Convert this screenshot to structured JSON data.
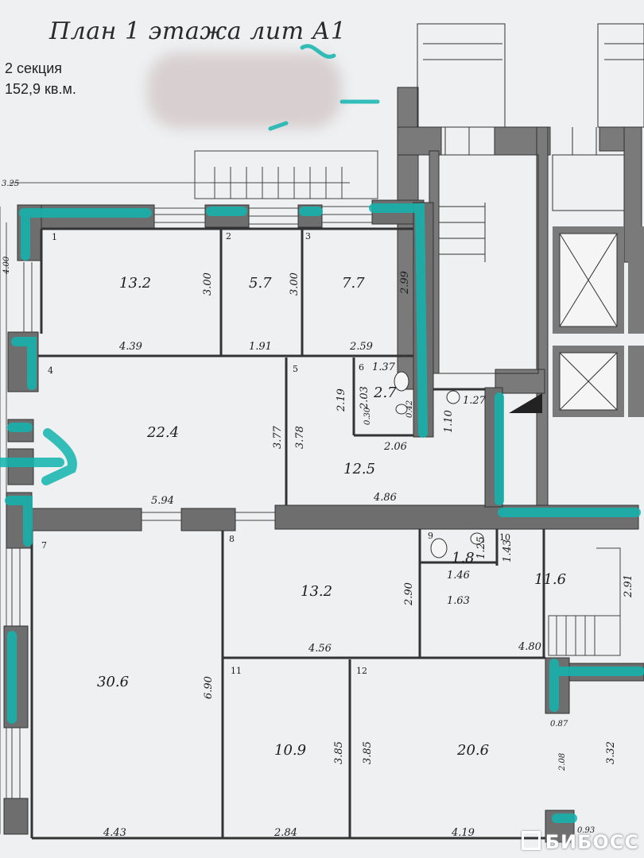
{
  "header": {
    "title": "План 1 этажа лит А1",
    "section": "2 секция",
    "total_area": "152,9 кв.м."
  },
  "watermark": "БИБОСС",
  "colors": {
    "wall": "#6e6e6e",
    "marker": "#12b5b0",
    "paper": "#eef0f2"
  },
  "rooms": [
    {
      "number": "1",
      "area": "13.2"
    },
    {
      "number": "2",
      "area": "5.7"
    },
    {
      "number": "3",
      "area": "7.7"
    },
    {
      "number": "4",
      "area": "22.4"
    },
    {
      "number": "5",
      "area": "12.5"
    },
    {
      "number": "6",
      "area": "2.7"
    },
    {
      "number": "7",
      "area": "30.6"
    },
    {
      "number": "8",
      "area": "13.2"
    },
    {
      "number": "9",
      "area": "1.8"
    },
    {
      "number": "10",
      "area": "11.6"
    },
    {
      "number": "11",
      "area": "10.9"
    },
    {
      "number": "12",
      "area": "20.6"
    }
  ],
  "dimensions": {
    "d_3_25": "3.25",
    "d_4_00": "4.00",
    "d_3_00a": "3.00",
    "d_3_00b": "3.00",
    "d_2_99": "2.99",
    "d_4_39": "4.39",
    "d_1_91": "1.91",
    "d_2_59": "2.59",
    "d_1_37": "1.37",
    "d_2_19": "2.19",
    "d_2_03": "2.03",
    "d_0_30": "0.30",
    "d_0_42": "0.42",
    "d_2_06": "2.06",
    "d_1_10": "1.10",
    "d_1_27": "1.27",
    "d_3_77": "3.77",
    "d_3_78": "3.78",
    "d_5_94": "5.94",
    "d_4_86": "4.86",
    "d_2_90": "2.90",
    "d_1_25": "1.25",
    "d_1_43": "1.43",
    "d_1_46": "1.46",
    "d_1_63": "1.63",
    "d_2_91": "2.91",
    "d_4_56": "4.56",
    "d_4_80": "4.80",
    "d_0_87": "0.87",
    "d_6_90": "6.90",
    "d_3_85a": "3.85",
    "d_3_85b": "3.85",
    "d_2_08": "2.08",
    "d_3_32": "3.32",
    "d_4_43": "4.43",
    "d_2_84": "2.84",
    "d_4_19": "4.19",
    "d_0_93": "0.93"
  }
}
